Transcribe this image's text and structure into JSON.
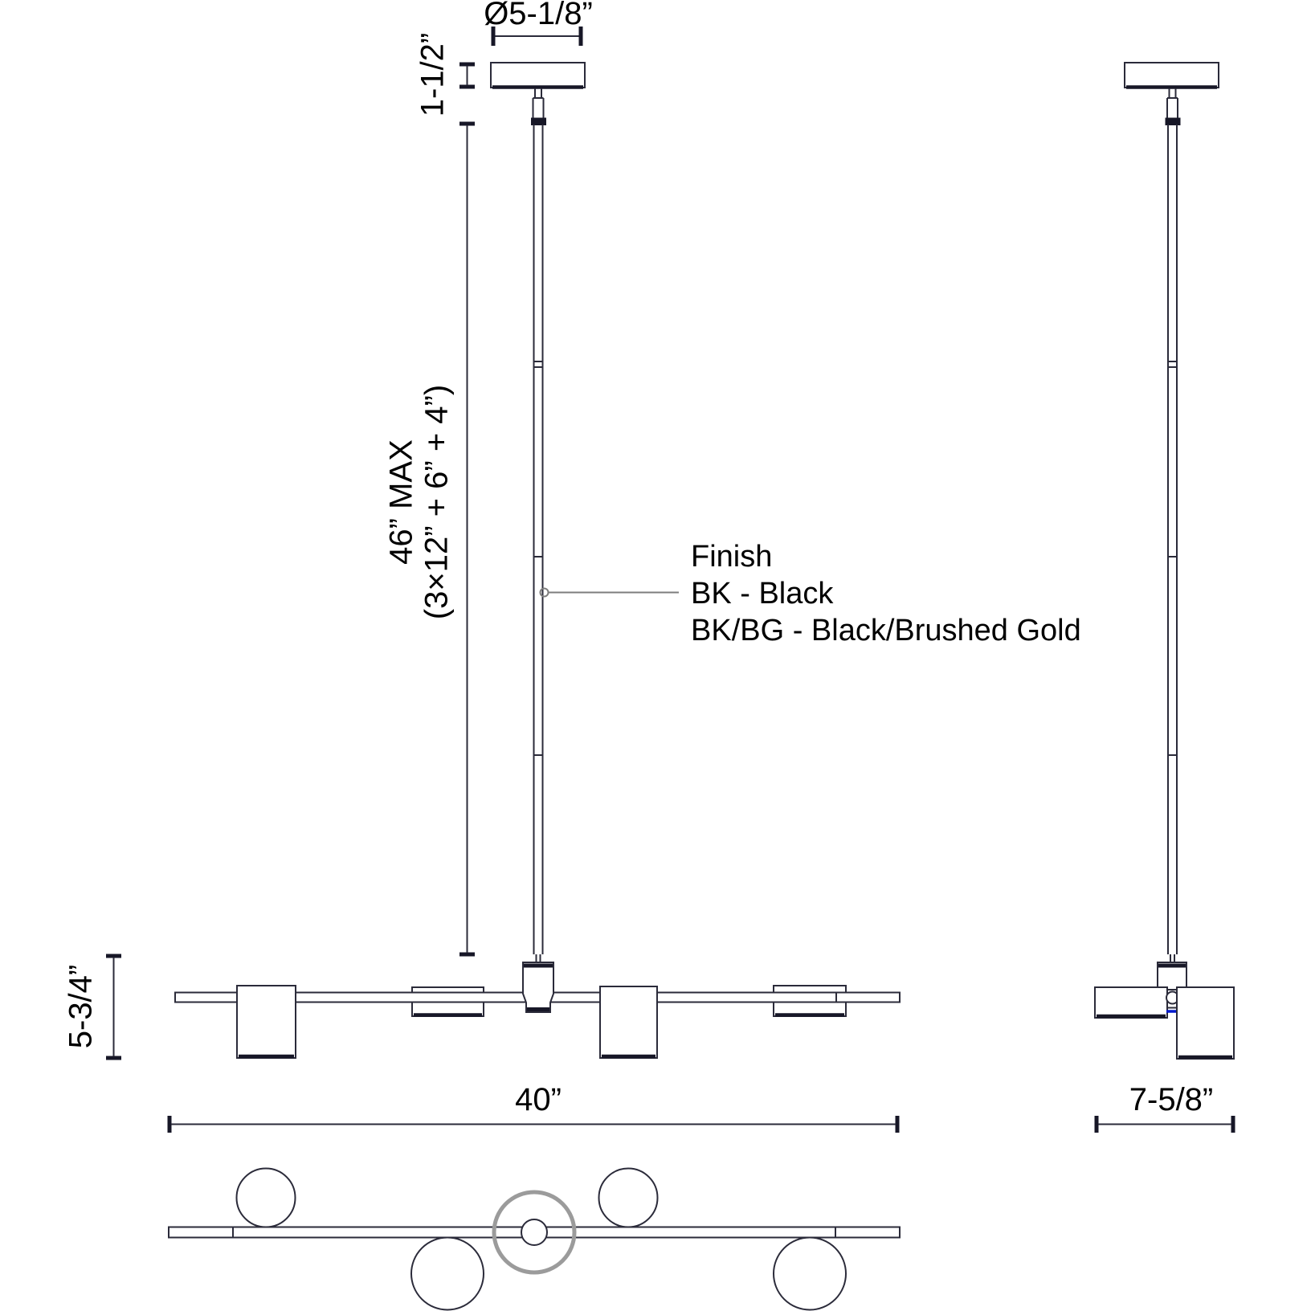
{
  "drawing": {
    "type": "lighting-fixture-dimension-spec",
    "views": {
      "front": {
        "canopy_diameter": "Ø5-1/8”",
        "canopy_height": "1-1/2”",
        "rod_max_line1": "46” MAX",
        "rod_max_line2": "(3×12” + 6” + 4”)",
        "fixture_height": "5-3/4”",
        "fixture_width": "40”"
      },
      "side": {
        "fixture_depth": "7-5/8”"
      }
    },
    "finish_note": {
      "title": "Finish",
      "options": [
        "BK - Black",
        "BK/BG - Black/Brushed Gold"
      ]
    },
    "colors": {
      "line": "#2b2b3a",
      "heavy": "#171727",
      "ring_gray": "#9b9b9b",
      "leader_gray": "#7d7d7d",
      "accent_blue": "#0018cc",
      "text": "#000000",
      "background": "#ffffff"
    }
  }
}
